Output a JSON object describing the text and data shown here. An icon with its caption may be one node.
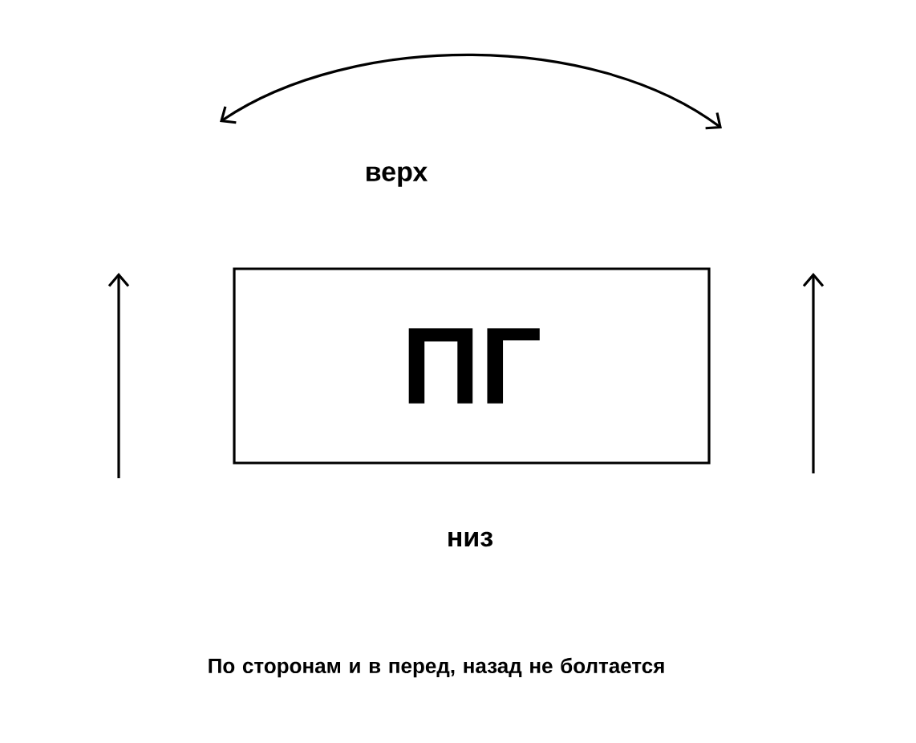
{
  "diagram": {
    "nodes": [
      {
        "text": [
          "ПГ"
        ]
      }
    ],
    "labels": [
      "верх",
      "низ",
      "По сторонам и в перед, назад не болтается"
    ]
  }
}
